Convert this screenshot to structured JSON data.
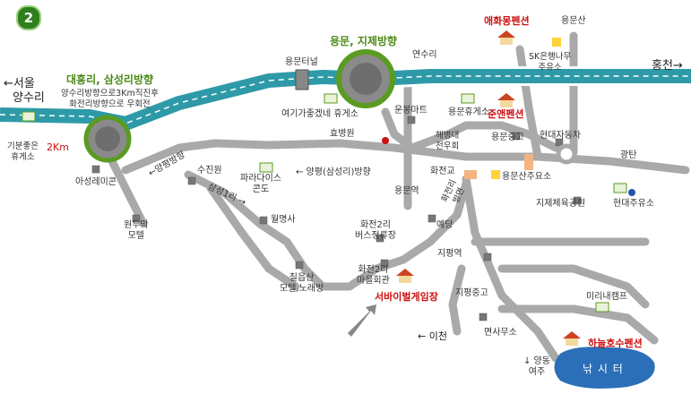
{
  "map": {
    "step_number": "2",
    "labels": {
      "seoul": "←서울",
      "yangsuri": "양수리",
      "hongcheon": "홍천→",
      "yongmunsan_top": "용문산",
      "yongmun_jije": "용문, 지제방향",
      "yongmun_tunnel": "용문터널",
      "yeonsuri": "연수리",
      "daeheungri": "대흥리, 삼성리방향",
      "daeheungri_note": "양수리방향으로3Km직진후\n화전리방향으로 우회전",
      "rest_area_good": "기분좋은\n휴게소",
      "dist_2km": "2Km",
      "asung": "아성레미콘",
      "yangpyeong": "←양평방향",
      "sujinwon": "수진원",
      "samsung1ri": "삼성1리 →",
      "wondumak": "원두막\n모텔",
      "paradise": "파라다이스\n콘도",
      "woolmyeongsa": "월명사",
      "yeogi_rest": "여기가좋겠네 휴게소",
      "unbong_mart": "운봉마트",
      "hyobyeongwon": "효병원",
      "yongmun_rest": "용문휴게소",
      "haebyeongdae": "해병대\n전우회",
      "yongmun_middle": "용문중고",
      "yangpyeong_dir": "← 양평(삼성리)방향",
      "yongmun_station": "용문역",
      "hwajeongyo": "화전교",
      "hwajeonri_dir": "화전리\n방면",
      "yedang": "예당",
      "hwajeon2ri_bus": "화전2리\n버스정류장",
      "hwajeon2ri_hall": "화전2리\n마을회관",
      "survival_game": "서바이벌게임장",
      "chilseupsan": "칠읍산\n모텔,노래방",
      "aehwadong": "애화몽펜션",
      "sk_bank": "SK은행나무\n주유소",
      "joan_pension": "준앤펜션",
      "yongmun_car": "현대자동차",
      "sk_yongmunsan": "용문산주요소",
      "gwangtan": "광탄",
      "jije_park": "지제체육공원",
      "hyundai_gas": "현대주유소",
      "jipyeong_station": "지평역",
      "jipyeong_middle": "지평중고",
      "mirinae": "미리내캠프",
      "mensamusu": "면사무소",
      "haneul_pension": "하늘호수펜션",
      "icheon": "← 이천",
      "yangdong": "↓ 양동\n여주",
      "lake": "낚 시 터"
    },
    "colors": {
      "highway": "#2e9aa8",
      "road": "#a9a9a9",
      "road_outline": "#ffffff",
      "green_ring": "#5a9b22",
      "marker_red": "#cc1111",
      "lake": "#2a6fb8"
    }
  }
}
